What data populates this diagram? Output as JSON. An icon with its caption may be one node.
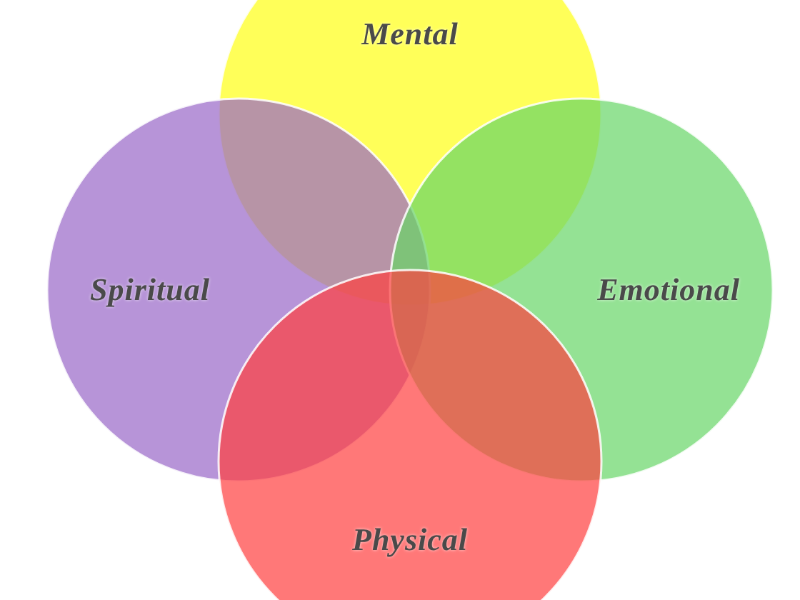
{
  "diagram": {
    "nodes": [
      {
        "text": [
          "Mental"
        ]
      },
      {
        "text": [
          "Spiritual"
        ]
      },
      {
        "text": [
          "Emotional"
        ]
      },
      {
        "text": [
          "Physical"
        ]
      }
    ]
  }
}
